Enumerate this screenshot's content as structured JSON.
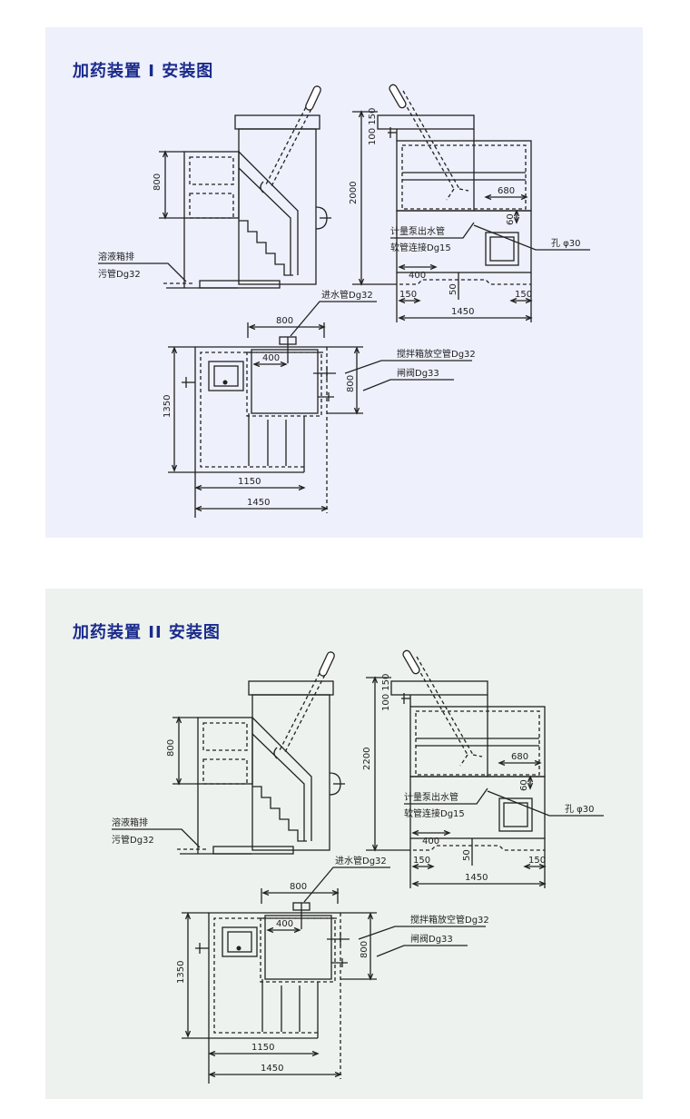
{
  "panels": [
    {
      "title": "加药装置 I 安装图",
      "side_view": {
        "height_label": "800",
        "drain_label_1": "溶液箱排",
        "drain_label_2": "污管Dg32"
      },
      "front_view": {
        "total_height": "2000",
        "top_dims": "100 150",
        "dim_680": "680",
        "dim_60": "60",
        "pump_label_1": "计量泵出水管",
        "pump_label_2": "软管连接Dg15",
        "hole_label": "孔 φ30",
        "dim_400": "400",
        "dim_150_left": "150",
        "dim_50": "50",
        "dim_150_right": "150",
        "dim_1450": "1450"
      },
      "plan_view": {
        "inlet_label": "进水管Dg32",
        "dim_800_top": "800",
        "dim_400": "400",
        "drain_label": "搅拌箱放空管Dg32",
        "valve_label": "闸阀Dg33",
        "dim_800_side": "800",
        "dim_1350": "1350",
        "dim_1150": "1150",
        "dim_1450": "1450"
      }
    },
    {
      "title": "加药装置 II 安装图",
      "side_view": {
        "height_label": "800",
        "drain_label_1": "溶液箱排",
        "drain_label_2": "污管Dg32"
      },
      "front_view": {
        "total_height": "2200",
        "top_dims": "100 150",
        "dim_680": "680",
        "dim_60": "60",
        "pump_label_1": "计量泵出水管",
        "pump_label_2": "软管连接Dg15",
        "hole_label": "孔 φ30",
        "dim_400": "400",
        "dim_150_left": "150",
        "dim_50": "50",
        "dim_150_right": "150",
        "dim_1450": "1450"
      },
      "plan_view": {
        "inlet_label": "进水管Dg32",
        "dim_800_top": "800",
        "dim_400": "400",
        "drain_label": "搅拌箱放空管Dg32",
        "valve_label": "闸阀Dg33",
        "dim_800_side": "800",
        "dim_1350": "1350",
        "dim_1150": "1150",
        "dim_1450": "1450"
      }
    }
  ],
  "colors": {
    "title": "#1a2a8c",
    "line": "#222222",
    "panel1_bg": "#eef0fb",
    "panel2_bg": "#edf2ee"
  }
}
